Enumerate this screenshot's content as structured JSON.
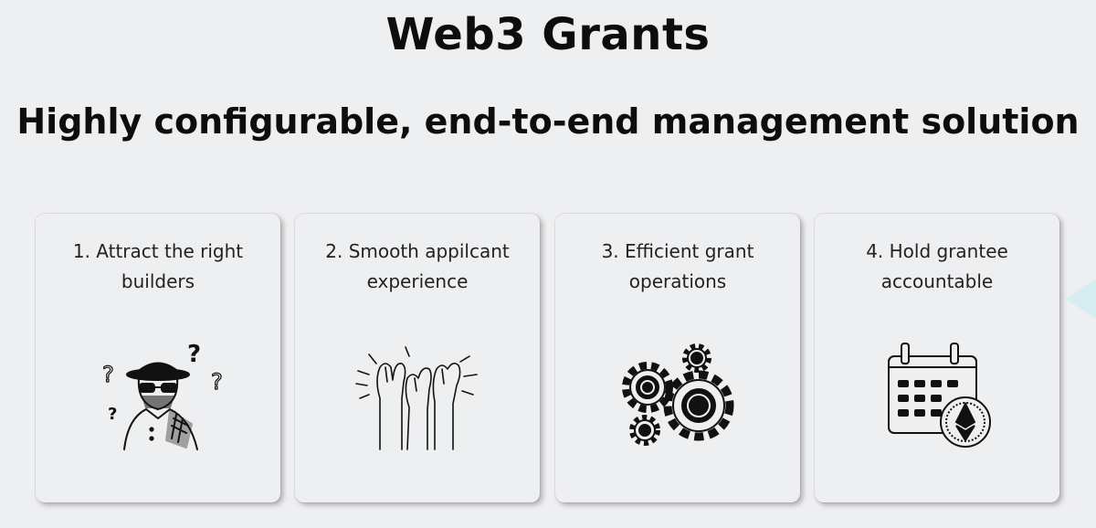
{
  "page": {
    "title": "Web3 Grants",
    "subtitle": "Highly configurable, end-to-end management solution"
  },
  "cards": [
    {
      "text": "1. Attract the right builders",
      "icon": "mystery-builder-icon"
    },
    {
      "text": "2. Smooth appilcant experience",
      "icon": "raised-hands-icon"
    },
    {
      "text": "3. Efficient grant operations",
      "icon": "gears-icon"
    },
    {
      "text": "4. Hold grantee accountable",
      "icon": "calendar-ethereum-icon"
    }
  ],
  "colors": {
    "background": "#eeeff1",
    "text": "#0d0d0d",
    "accent_shape": "#d7eef0"
  }
}
